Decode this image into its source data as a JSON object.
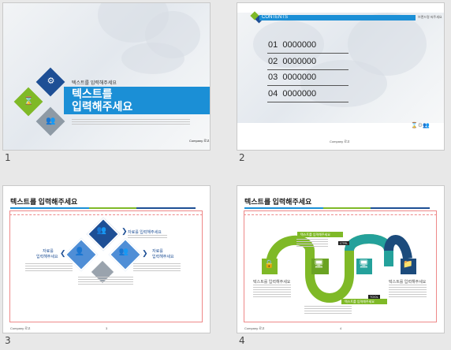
{
  "slides": [
    {
      "number": "1",
      "subtitle": "텍스트를 입력해주세요",
      "title_line1": "텍스트를",
      "title_line2": "입력해주세요",
      "company": "Company 로고"
    },
    {
      "number": "2",
      "header": "CONTENTS",
      "header_right": "브랜드명 써주세요",
      "items": [
        "01  0000000",
        "02  0000000",
        "03  0000000",
        "04  0000000"
      ],
      "footer": "Company 로고"
    },
    {
      "number": "3",
      "title": "텍스트를 입력해주세요",
      "label_right_top": "자료를 입력해주세요",
      "label_left_line1": "자료를",
      "label_left_line2": "입력해주세요",
      "label_right_bottom_line1": "자료를",
      "label_right_bottom_line2": "입력해주세요",
      "footer_left": "Company 로고",
      "page": "3"
    },
    {
      "number": "4",
      "title": "텍스트를 입력해주세요",
      "tag_top": "텍스트를 입력해주세요",
      "tag_bottom": "텍스트를 입력해주세요",
      "label_left": "텍스트를 입력해주세요",
      "label_right": "텍스트를 입력해주세요",
      "badge_1": "CTRL",
      "badge_2": "TOOL",
      "footer_left": "Company 로고",
      "page": "4"
    }
  ],
  "colors": {
    "blue": "#1b8fd6",
    "navy": "#1e4f95",
    "green": "#7fb927",
    "gray": "#8e9aa5",
    "teal": "#24a19b",
    "darknavy": "#1c4b7c"
  }
}
